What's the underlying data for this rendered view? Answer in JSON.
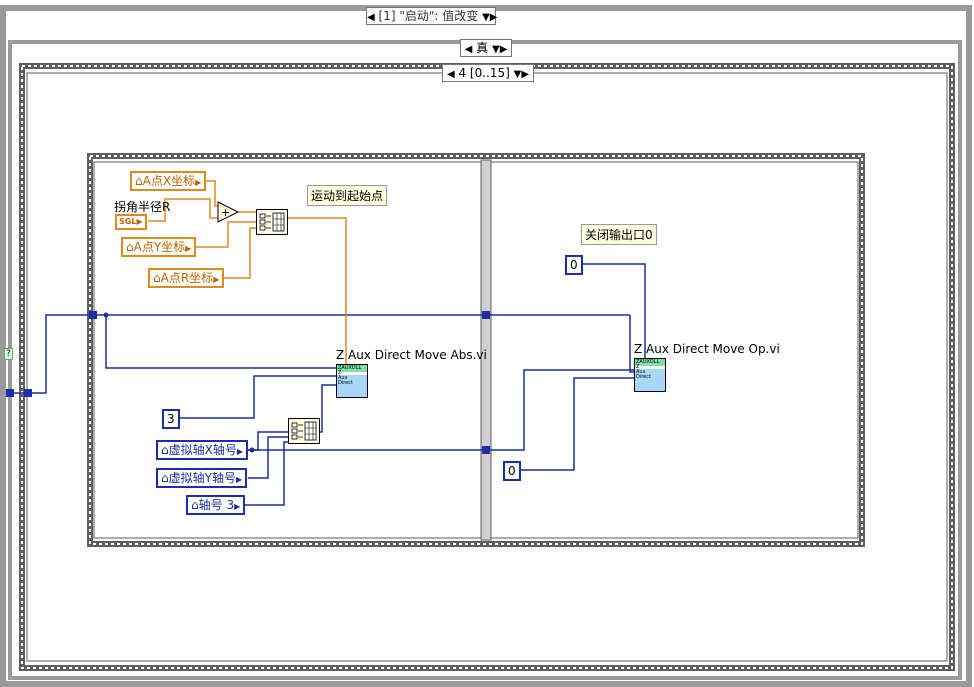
{
  "event_structure": {
    "selector": "[1] \"启动\": 值改变"
  },
  "case_structure": {
    "selector": "真"
  },
  "sequence": {
    "selector": "4 [0..15]"
  },
  "frame_left": {
    "comment": "运动到起始点",
    "corner_radius_label": "拐角半径R",
    "sgl_label": "SGL",
    "locals": [
      "A点X坐标",
      "A点Y坐标",
      "A点R坐标"
    ],
    "const_3": "3",
    "axis_locals": [
      "虚拟轴X轴号",
      "虚拟轴Y轴号",
      "轴号 3"
    ],
    "subvi_label": "Z Aux Direct Move Abs.vi",
    "subvi_icon": "ZAUXDLL\nZ\nAux\nDirect"
  },
  "frame_right": {
    "comment": "关闭输出口0",
    "const_top": "0",
    "const_bottom": "0",
    "subvi_label": "Z Aux Direct Move Op.vi",
    "subvi_icon": "ZAUXDLL\nZ\nAux\nDirect"
  },
  "tunnel_label": "?",
  "colors": {
    "wire_blue": "#1d2ea6",
    "wire_orange": "#e08a1e",
    "frame_gray": "#b0b0b0"
  }
}
